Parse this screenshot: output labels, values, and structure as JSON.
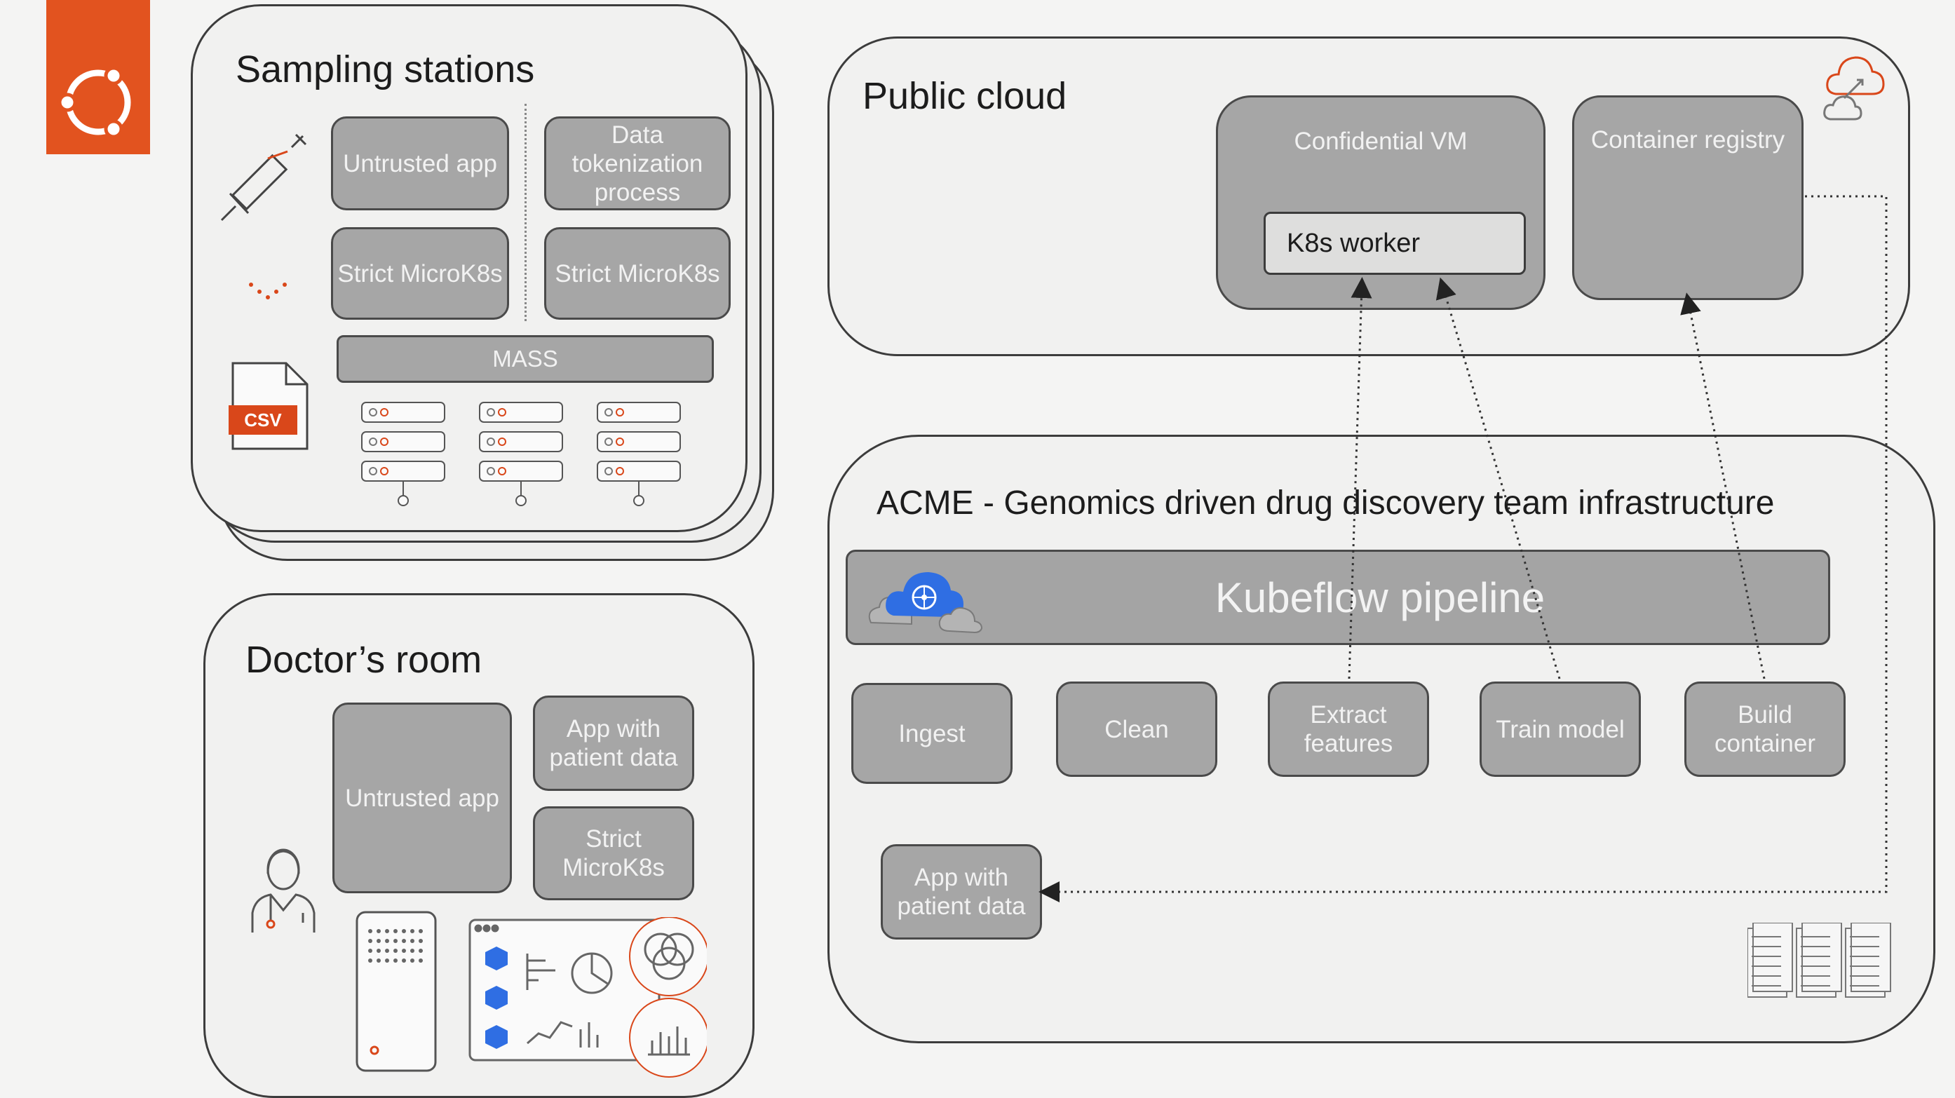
{
  "sampling_stations": {
    "title": "Sampling stations",
    "untrusted_app": "Untrusted app",
    "data_tokenization": "Data tokenization process",
    "strict_microk8s_1": "Strict MicroK8s",
    "strict_microk8s_2": "Strict MicroK8s",
    "mass": "MASS",
    "csv_label": "CSV"
  },
  "doctors_room": {
    "title": "Doctor’s room",
    "untrusted_app": "Untrusted app",
    "app_patient_data": "App with patient data",
    "strict_microk8s": "Strict MicroK8s"
  },
  "public_cloud": {
    "title": "Public cloud",
    "confidential_vm": "Confidential VM",
    "k8s_worker": "K8s worker",
    "container_registry": "Container registry"
  },
  "acme": {
    "title": "ACME - Genomics driven drug discovery team infrastructure",
    "kubeflow": "Kubeflow pipeline",
    "steps": {
      "ingest": "Ingest",
      "clean": "Clean",
      "extract": "Extract features",
      "train": "Train model",
      "build": "Build container"
    },
    "app_patient_data": "App with patient data"
  },
  "colors": {
    "accent": "#e2531f",
    "box_fill": "#a6a6a6",
    "kubeflow_blue": "#2f6ee3"
  },
  "icons": [
    "ubuntu-logo-icon",
    "syringe-icon",
    "csv-file-icon",
    "server-rack-icon",
    "doctor-icon",
    "phone-icon",
    "dashboard-icon",
    "kubeflow-cloud-icon",
    "cloud-icon",
    "server-cluster-icon"
  ]
}
